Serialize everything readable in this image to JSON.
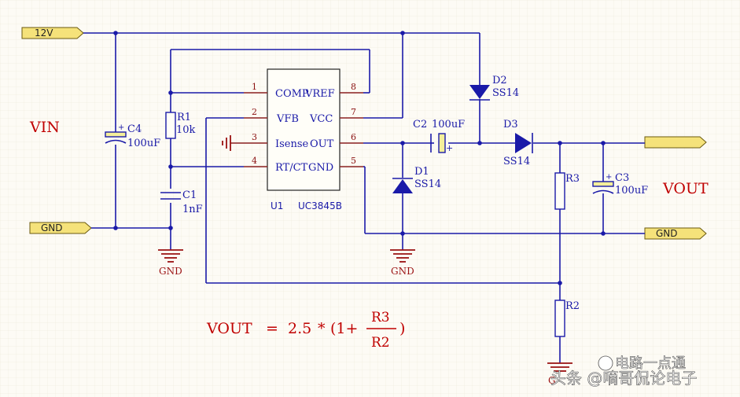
{
  "ports": {
    "in_12v": "12V",
    "in_gnd": "GND",
    "out_vout": "",
    "out_gnd": "GND"
  },
  "labels": {
    "vin": "VIN",
    "vout": "VOUT"
  },
  "ic": {
    "ref": "U1",
    "part": "UC3845B",
    "pins": [
      {
        "num": "1",
        "name": "COMP"
      },
      {
        "num": "2",
        "name": "VFB"
      },
      {
        "num": "3",
        "name": "Isense"
      },
      {
        "num": "4",
        "name": "RT/CT"
      },
      {
        "num": "8",
        "name": "VREF"
      },
      {
        "num": "7",
        "name": "VCC"
      },
      {
        "num": "6",
        "name": "OUT"
      },
      {
        "num": "5",
        "name": "GND"
      }
    ]
  },
  "components": {
    "c4_ref": "C4",
    "c4_val": "100uF",
    "r1_ref": "R1",
    "r1_val": "10k",
    "c1_ref": "C1",
    "c1_val": "1nF",
    "c2_ref": "C2",
    "c2_val": "100uF",
    "d1_ref": "D1",
    "d1_val": "SS14",
    "d2_ref": "D2",
    "d2_val": "SS14",
    "d3_ref": "D3",
    "d3_val": "SS14",
    "c3_ref": "C3",
    "c3_val": "100uF",
    "r3_ref": "R3",
    "r2_ref": "R2"
  },
  "grounds": {
    "gnd1": "GND",
    "gnd2": "GND",
    "gnd3": "G"
  },
  "formula": {
    "lhs": "VOUT",
    "eq": "=",
    "coef": "2.5",
    "mul": "*",
    "open": "(1+",
    "num": "R3",
    "den": "R2",
    "close": ")"
  },
  "watermark": "头条 @嘀哥侃论电子",
  "watermark_logo": "电路一点通"
}
